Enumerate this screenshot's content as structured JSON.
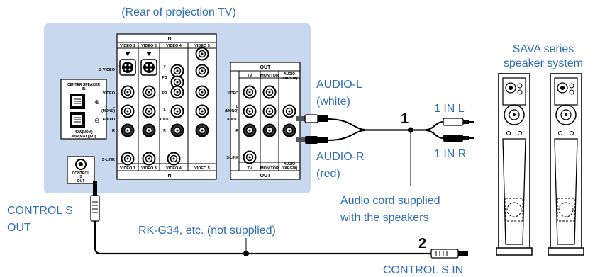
{
  "labels": {
    "rear_of_tv": "(Rear of projection TV)",
    "audio_l_line1": "AUDIO-L",
    "audio_l_line2": "(white)",
    "audio_r_line1": "AUDIO-R",
    "audio_r_line2": "(red)",
    "one_in_l": "1 IN L",
    "one_in_r": "1 IN R",
    "step_1": "1",
    "step_2": "2",
    "audio_cord_line1": "Audio cord supplied",
    "audio_cord_line2": "with the speakers",
    "control_s_out_line1": "CONTROL S",
    "control_s_out_line2": "OUT",
    "rk_g34": "RK-G34, etc. (not supplied)",
    "control_s_in": "CONTROL S IN",
    "sava_line1": "SAVA series",
    "sava_line2": "speaker system"
  },
  "panel": {
    "in_top": "IN",
    "in_bottom": "IN",
    "video1": "VIDEO 1",
    "video3": "VIDEO 3",
    "video4": "VIDEO 4",
    "video5": "VIDEO 5",
    "s_video": "S VIDEO",
    "video": "VIDEO",
    "l": "L",
    "mono": "(MONO)",
    "audio": "AUDIO",
    "r": "R",
    "s_link": "S-LINK",
    "y": "Y",
    "pb": "PB",
    "pr": "PR",
    "center_speaker_1": "CENTER SPEAKER",
    "center_speaker_2": "IN",
    "plus": "⊕",
    "minus": "⊖",
    "watt1": "40W(NOM)",
    "watt2": "80W(MAX)(6Ω)",
    "control": "CONTROL",
    "s_out": "S",
    "out": "OUT",
    "out_top": "OUT",
    "out_bottom": "OUT",
    "tv": "TV",
    "monitor": "MONITOR",
    "audio_var1": "AUDIO",
    "audio_var2": "(VAR/FIX)"
  },
  "colors": {
    "label_blue": "#2f6db5",
    "panel_bg": "#c8d8ee"
  }
}
